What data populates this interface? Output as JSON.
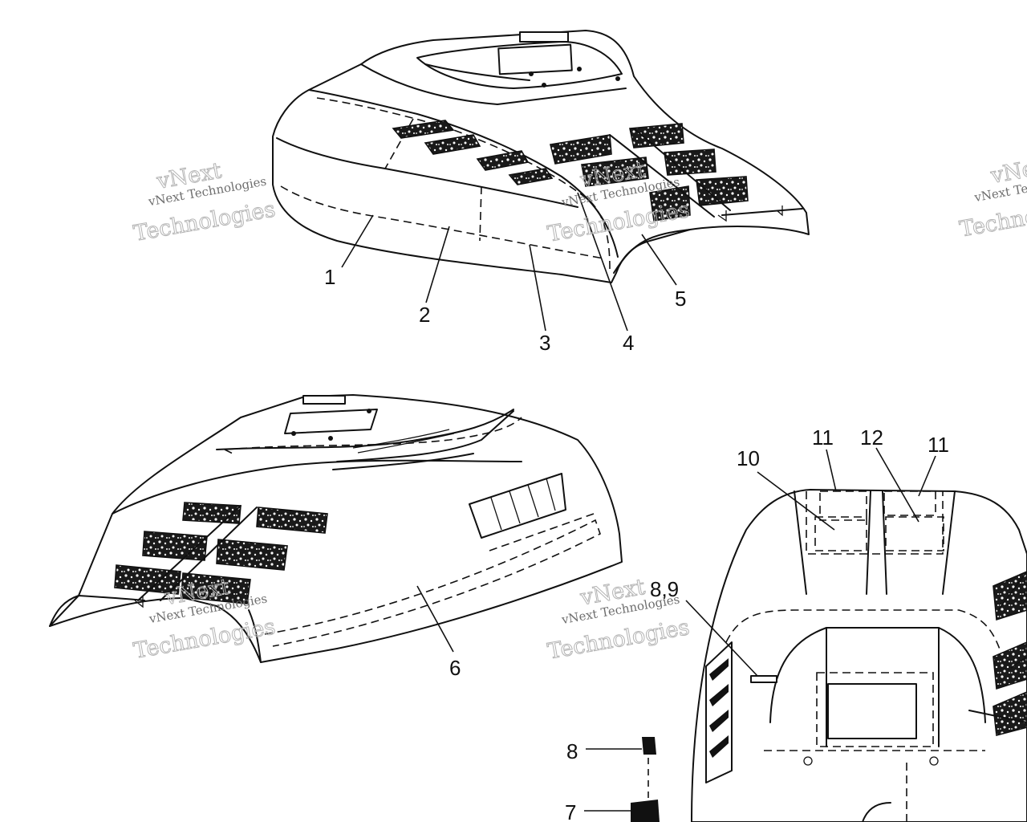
{
  "callouts": {
    "c1": "1",
    "c2": "2",
    "c3": "3",
    "c4": "4",
    "c5": "5",
    "c6": "6",
    "c7": "7",
    "c8": "8",
    "c89": "8,9",
    "c10": "10",
    "c11a": "11",
    "c11b": "11",
    "c12": "12"
  },
  "watermark": {
    "brand_script": "vNext",
    "company_line": "vNext Technologies",
    "big_line": "Technologies"
  },
  "colors": {
    "line": "#111111",
    "watermark": "#9a9a9a",
    "background": "#ffffff"
  }
}
